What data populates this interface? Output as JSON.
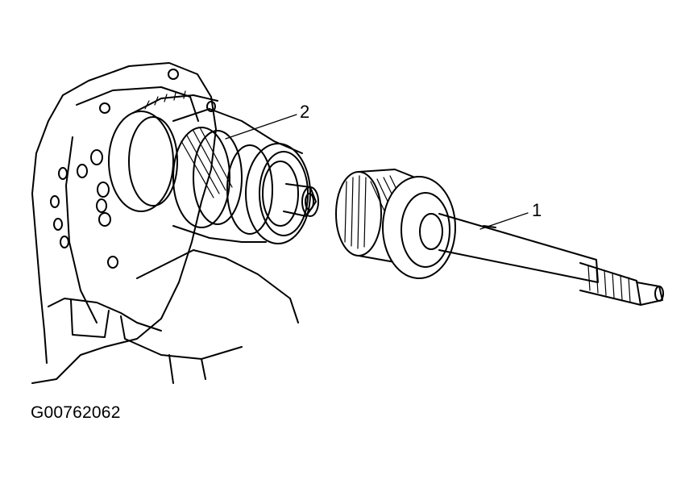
{
  "figure_id": "G00762062",
  "callouts": {
    "part_1": "1",
    "part_2": "2"
  },
  "colors": {
    "ink": "#000000",
    "paper": "#ffffff"
  }
}
